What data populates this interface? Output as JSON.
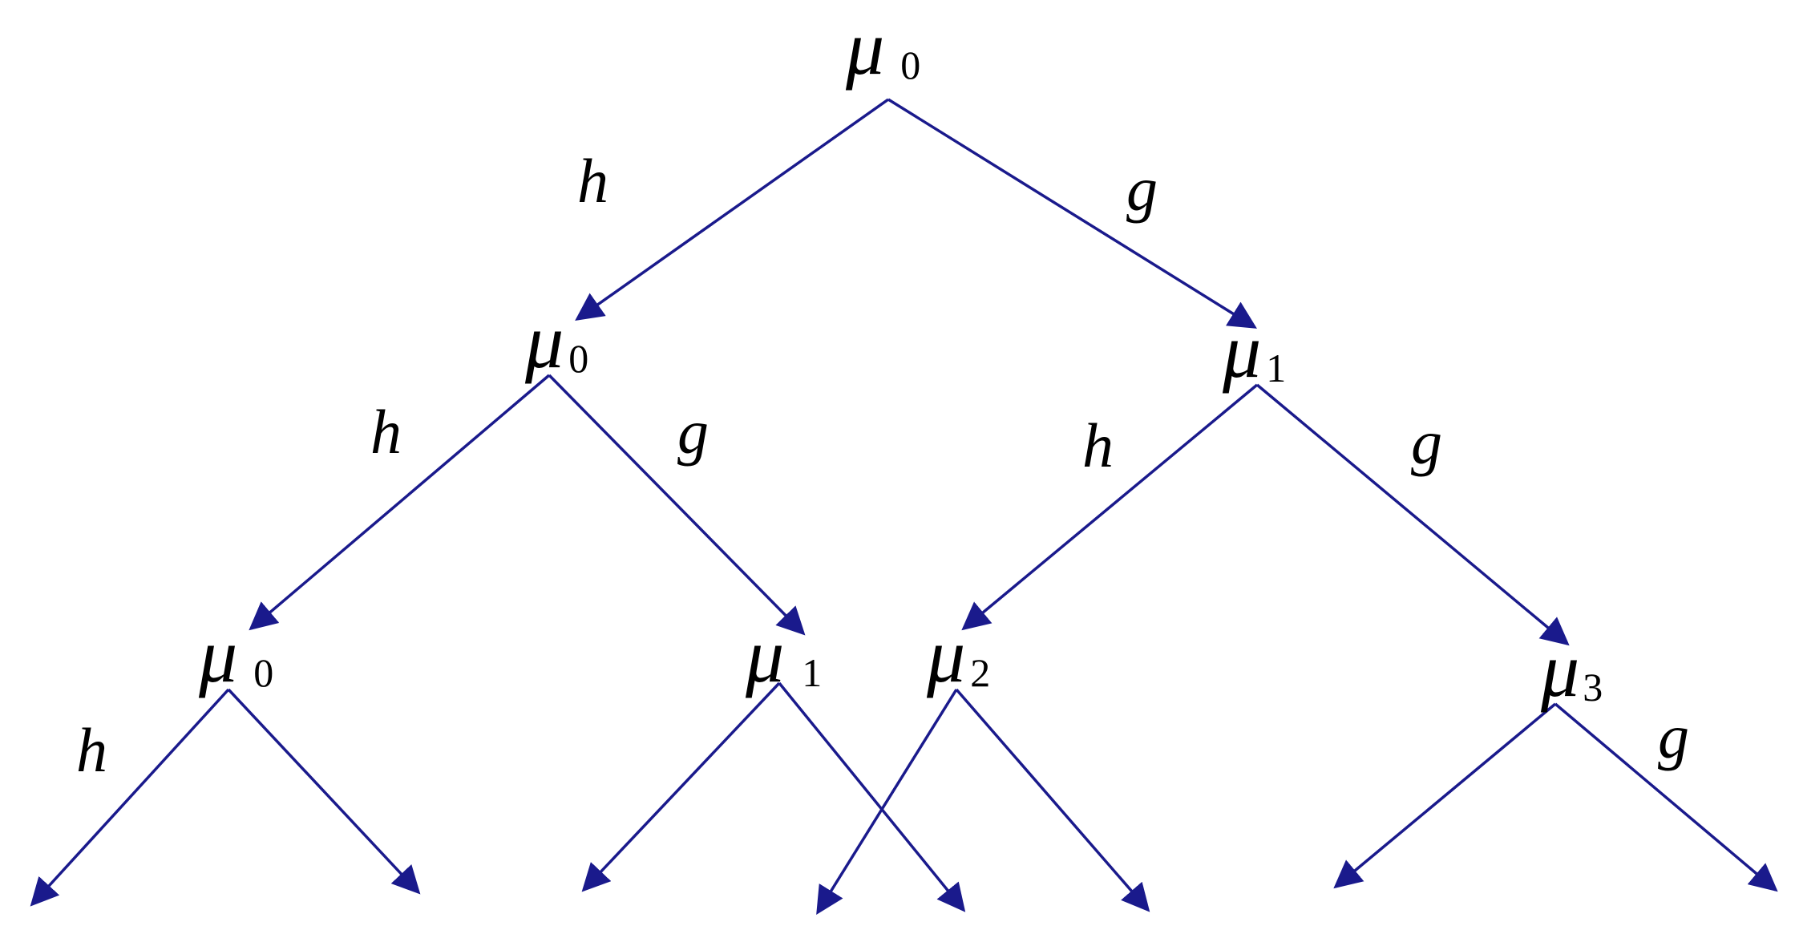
{
  "colors": {
    "edge": "#1a1a8c",
    "text": "#000000",
    "background": "#ffffff"
  },
  "nodes": {
    "root": {
      "symbol": "μ",
      "subscript": "0"
    },
    "l1_h": {
      "symbol": "μ",
      "subscript": "0"
    },
    "l1_g": {
      "symbol": "μ",
      "subscript": "1"
    },
    "l2_hh": {
      "symbol": "μ",
      "subscript": "0"
    },
    "l2_hg": {
      "symbol": "μ",
      "subscript": "1"
    },
    "l2_gh": {
      "symbol": "μ",
      "subscript": "2"
    },
    "l2_gg": {
      "symbol": "μ",
      "subscript": "3"
    }
  },
  "edge_labels": {
    "root_h": "h",
    "root_g": "g",
    "l1h_h": "h",
    "l1h_g": "g",
    "l1g_h": "h",
    "l1g_g": "g",
    "l2hh_h": "h",
    "l2gg_g": "g"
  }
}
